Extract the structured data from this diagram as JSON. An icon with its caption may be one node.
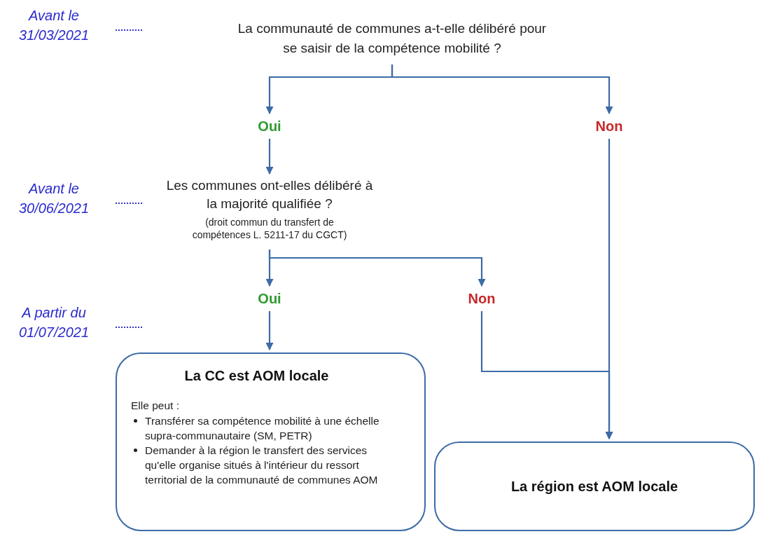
{
  "diagram": {
    "nodes": [
      {
        "text": [
          "La communauté de communes a-t-elle délibéré pour se saisir de la compétence mobilité ?"
        ]
      },
      {
        "text": [
          "Oui"
        ]
      },
      {
        "text": [
          "Non"
        ]
      },
      {
        "text": [
          "Les communes ont-elles délibéré à la majorité qualifiée ?",
          "(droit commun du transfert de compétences L. 5211-17 du CGCT)"
        ]
      },
      {
        "text": [
          "Oui"
        ]
      },
      {
        "text": [
          "Non"
        ]
      },
      {
        "text": [
          "La CC est AOM locale",
          "Elle peut :",
          "Transférer sa compétence mobilité à une échelle supra-communautaire (SM, PETR)",
          "Demander à la région le transfert des services qu'elle organise situés à l'intérieur du ressort territorial de la communauté de communes AOM"
        ]
      },
      {
        "text": [
          "La région est AOM locale"
        ]
      }
    ],
    "edges": [
      {
        "from": 0,
        "to": 1,
        "arrow": "to"
      },
      {
        "from": 0,
        "to": 2,
        "arrow": "to"
      },
      {
        "from": 1,
        "to": 3,
        "arrow": "to"
      },
      {
        "from": 3,
        "to": 4,
        "arrow": "to"
      },
      {
        "from": 3,
        "to": 5,
        "arrow": "to"
      },
      {
        "from": 4,
        "to": 6,
        "arrow": "to"
      },
      {
        "from": 2,
        "to": 7,
        "arrow": "to"
      },
      {
        "from": 5,
        "to": 7,
        "arrow": "to"
      }
    ],
    "labels": [
      "Avant le 31/03/2021",
      "Avant le 30/06/2021",
      "A partir du 01/07/2021"
    ]
  }
}
